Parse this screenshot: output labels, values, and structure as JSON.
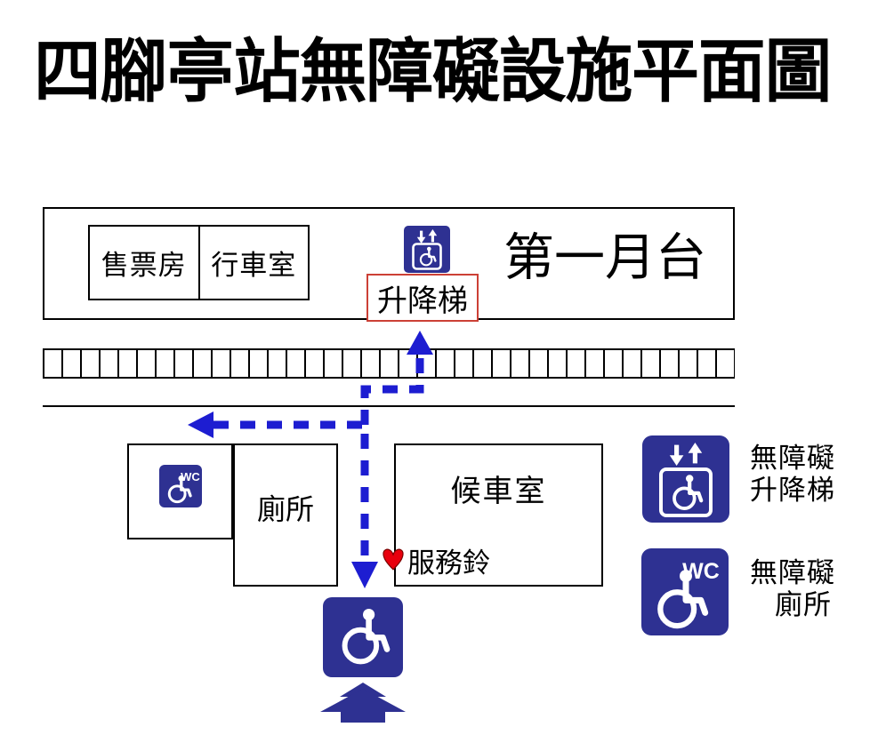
{
  "title": "四腳亭站無障礙設施平面圖",
  "platform": {
    "name": "第一月台",
    "ticket_office": "售票房",
    "operation_room": "行車室",
    "elevator_label": "升降梯"
  },
  "ground": {
    "toilet": "廁所",
    "waiting_room": "候車室",
    "service_bell": "服務鈴"
  },
  "legend": {
    "elevator": {
      "line1": "無障礙",
      "line2": "升降梯"
    },
    "toilet": {
      "line1": "無障礙",
      "line2": "廁所"
    }
  },
  "icons": {
    "wheelchair": "wheelchair-accessibility-icon",
    "elevator": "accessible-elevator-icon",
    "wc": "accessible-toilet-wc-icon",
    "entrance_arrow": "entrance-up-arrow-icon",
    "service_bell": "heart-icon",
    "wc_text": "WC"
  },
  "colors": {
    "icon_blue": "#2e3192",
    "path_blue": "#1d1dd1",
    "label_box_red": "#cc4036",
    "heart_red": "#e8000d",
    "line_black": "#000000"
  }
}
